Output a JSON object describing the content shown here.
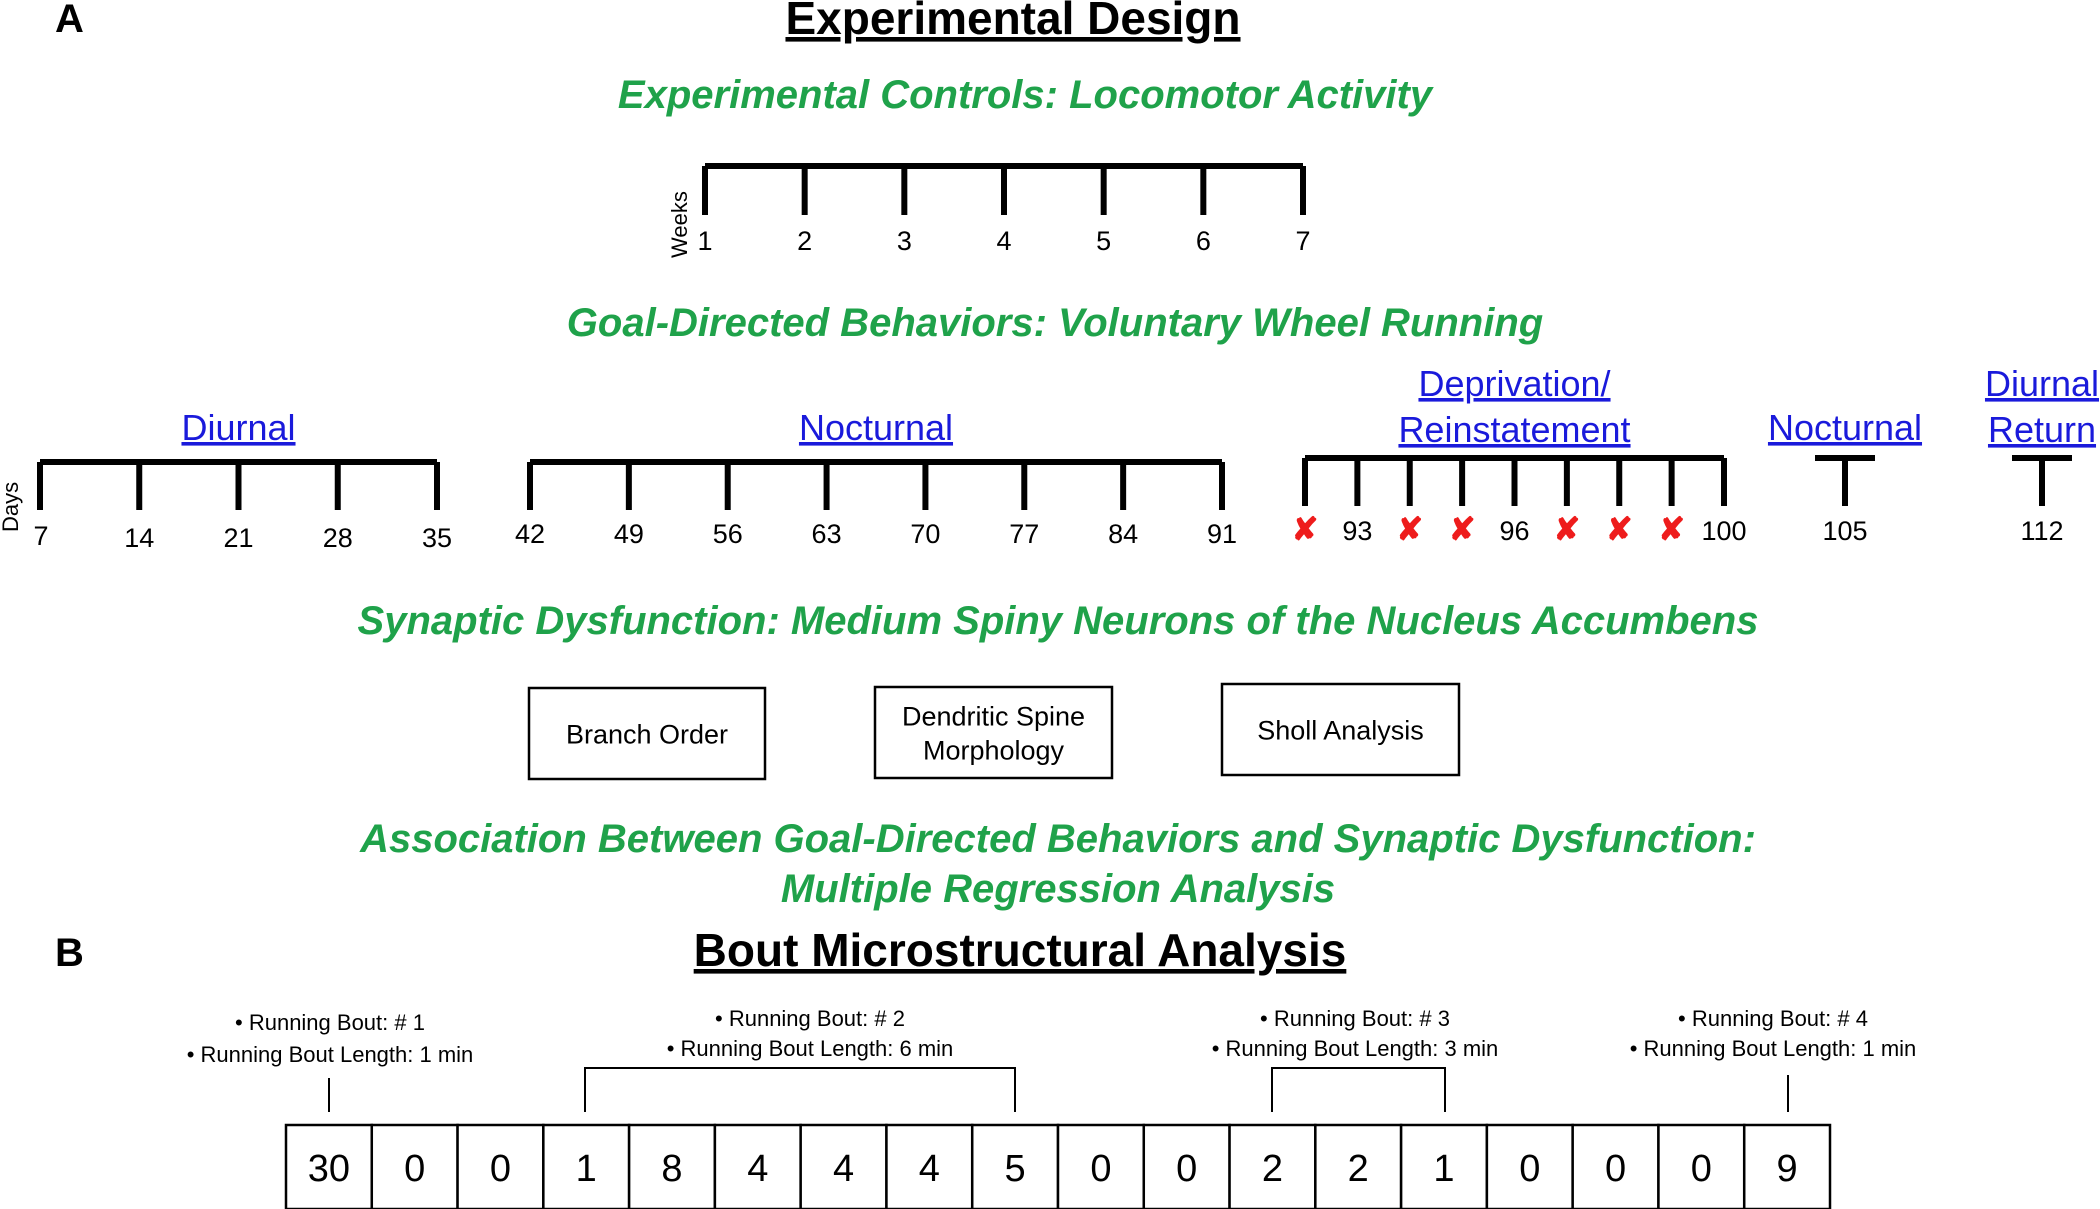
{
  "panel_a_letter": "A",
  "panel_b_letter": "B",
  "title": "Experimental Design",
  "sections": {
    "controls": "Experimental Controls: Locomotor Activity",
    "goal": "Goal-Directed Behaviors: Voluntary Wheel Running",
    "synaptic": "Synaptic Dysfunction: Medium Spiny Neurons of the Nucleus Accumbens",
    "association_line1": "Association Between Goal-Directed Behaviors and Synaptic Dysfunction:",
    "association_line2": "Multiple Regression Analysis"
  },
  "weeks_timeline": {
    "unit": "Weeks",
    "ticks": [
      "1",
      "2",
      "3",
      "4",
      "5",
      "6",
      "7"
    ]
  },
  "days_timeline": {
    "unit": "Days",
    "phases": [
      {
        "name": "Diurnal",
        "lines": [
          "Diurnal"
        ],
        "ticks": [
          "7",
          "14",
          "21",
          "28",
          "35"
        ]
      },
      {
        "name": "Nocturnal",
        "lines": [
          "Nocturnal"
        ],
        "ticks": [
          "42",
          "49",
          "56",
          "63",
          "70",
          "77",
          "84",
          "91"
        ]
      },
      {
        "name": "Deprivation/Reinstatement",
        "lines": [
          "Deprivation/",
          "Reinstatement"
        ],
        "ticks": [
          "✘",
          "93",
          "✘",
          "✘",
          "96",
          "✘",
          "✘",
          "✘",
          "100"
        ]
      },
      {
        "name": "Nocturnal",
        "lines": [
          "Nocturnal"
        ],
        "ticks": [
          "105"
        ]
      },
      {
        "name": "Diurnal Return",
        "lines": [
          "Diurnal",
          "Return"
        ],
        "ticks": [
          "112"
        ]
      }
    ],
    "deprivation_marker_color": "#ee1c1c"
  },
  "analysis_boxes": [
    {
      "lines": [
        "Branch Order"
      ]
    },
    {
      "lines": [
        "Dendritic Spine",
        "Morphology"
      ]
    },
    {
      "lines": [
        "Sholl Analysis"
      ]
    }
  ],
  "bout_title": "Bout Microstructural Analysis",
  "bouts": [
    {
      "number": "•  Running  Bout: # 1",
      "length": "•  Running  Bout Length:  1 min"
    },
    {
      "number": "•  Running  Bout: # 2",
      "length": "•  Running  Bout Length:  6 min"
    },
    {
      "number": "•  Running  Bout: # 3",
      "length": "•  Running  Bout Length:  3 min"
    },
    {
      "number": "•  Running  Bout: # 4",
      "length": "•  Running  Bout Length:  1 min"
    }
  ],
  "bout_cells": [
    "30",
    "0",
    "0",
    "1",
    "8",
    "4",
    "4",
    "4",
    "5",
    "0",
    "0",
    "2",
    "2",
    "1",
    "0",
    "0",
    "0",
    "9"
  ],
  "colors": {
    "section_green": "#1fa24a",
    "phase_blue": "#1a1adb",
    "marker_red": "#ee1c1c"
  }
}
